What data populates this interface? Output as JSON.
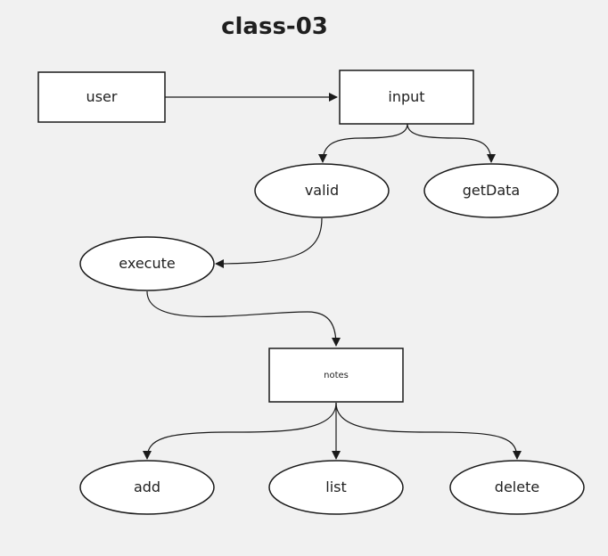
{
  "diagram": {
    "title": "class-03",
    "nodes": {
      "user": "user",
      "input": "input",
      "valid": "valid",
      "getData": "getData",
      "execute": "execute",
      "notes": "notes",
      "add": "add",
      "list": "list",
      "delete": "delete"
    },
    "edges": [
      {
        "from": "user",
        "to": "input"
      },
      {
        "from": "input",
        "to": "valid"
      },
      {
        "from": "input",
        "to": "getData"
      },
      {
        "from": "valid",
        "to": "execute"
      },
      {
        "from": "execute",
        "to": "notes"
      },
      {
        "from": "notes",
        "to": "add"
      },
      {
        "from": "notes",
        "to": "list"
      },
      {
        "from": "notes",
        "to": "delete"
      }
    ],
    "colors": {
      "background": "#f1f1f1",
      "node_fill": "#ffffff",
      "stroke": "#1a1a1a",
      "text": "#1f1f1f"
    }
  }
}
